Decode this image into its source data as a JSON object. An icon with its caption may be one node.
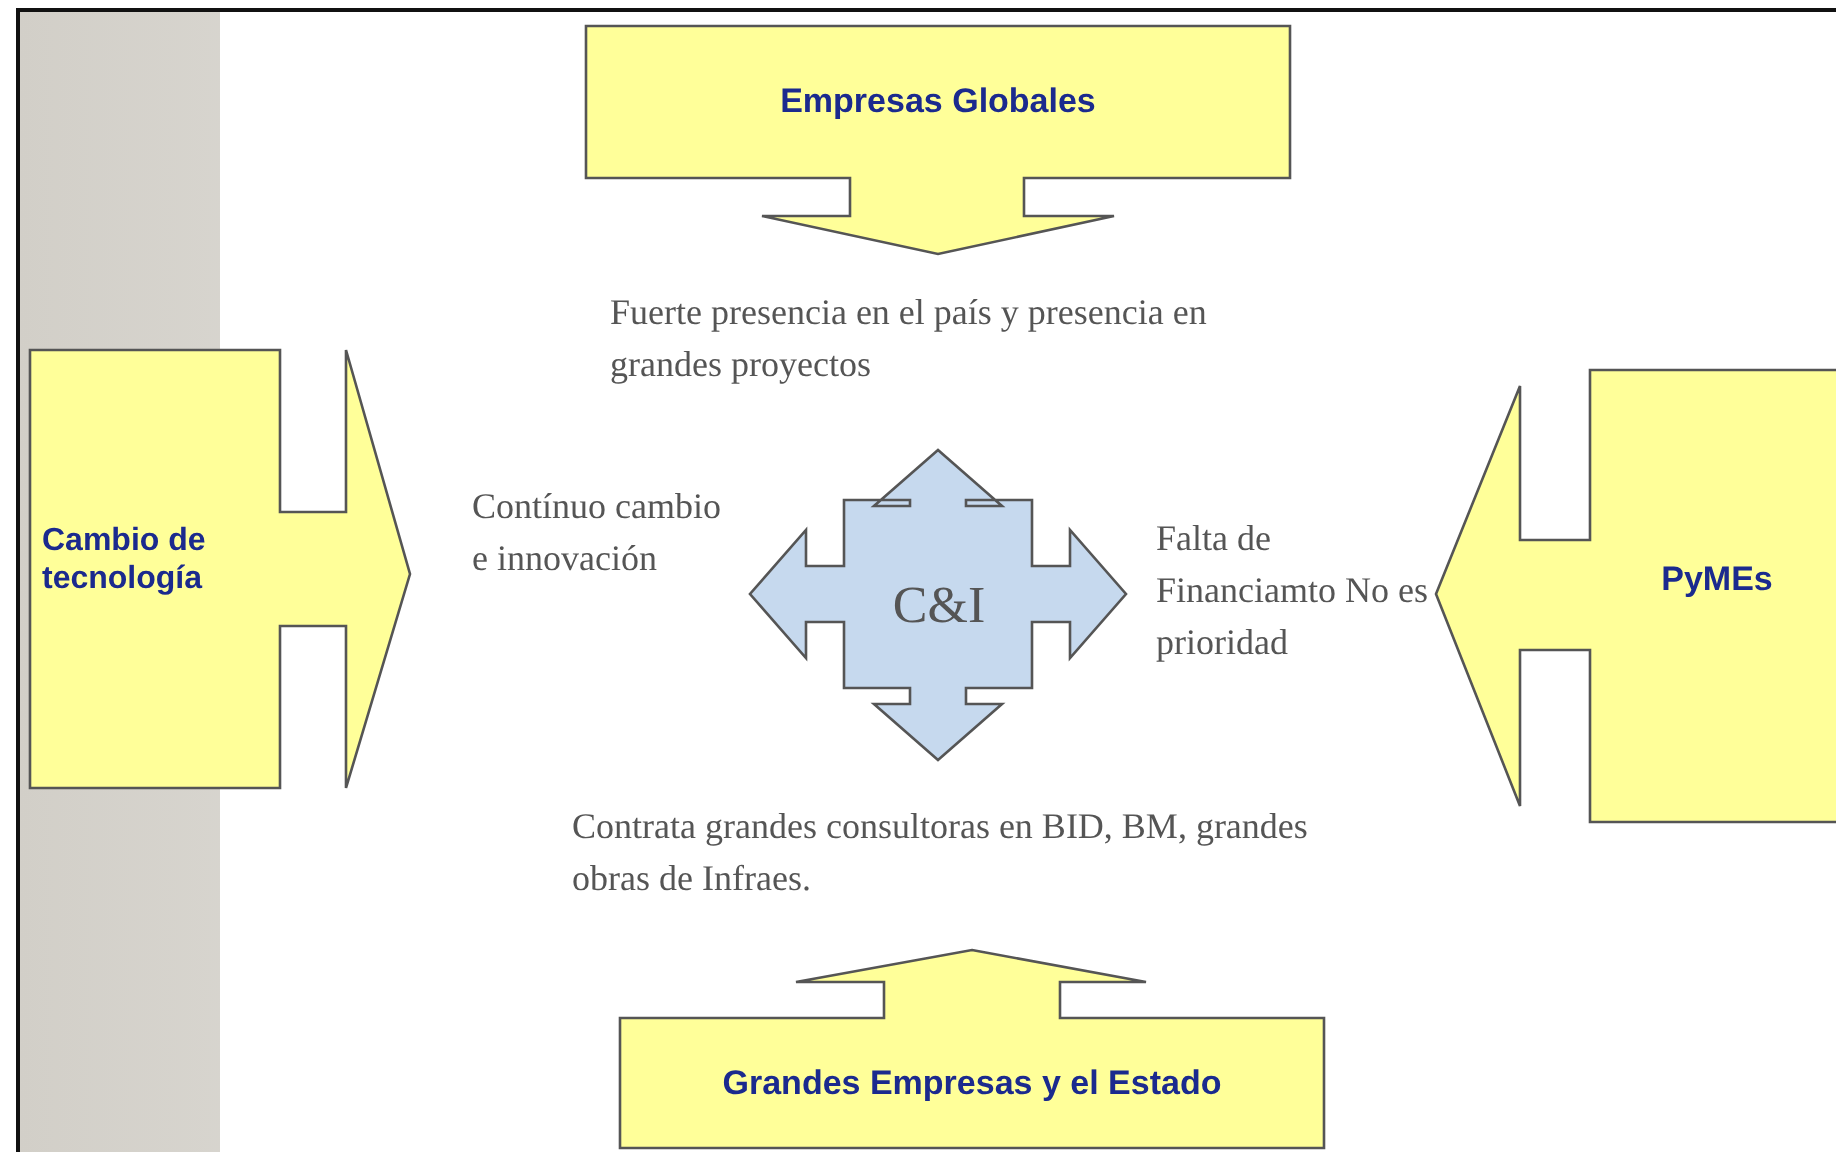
{
  "diagram": {
    "nodes": [
      {
        "text": [
          "Empresas Globales"
        ]
      },
      {
        "text": [
          "Cambio de tecnología"
        ]
      },
      {
        "text": [
          "C&I"
        ]
      },
      {
        "text": [
          "PyMEs"
        ]
      },
      {
        "text": [
          "Grandes Empresas y el Estado"
        ]
      }
    ],
    "labels": [
      "Fuerte presencia en el país y presencia en grandes proyectos",
      "Contínuo cambio e innovación",
      "Falta de Financiamto No es prioridad",
      "Contrata grandes consultoras en BID, BM, grandes obras de Infraes."
    ]
  }
}
